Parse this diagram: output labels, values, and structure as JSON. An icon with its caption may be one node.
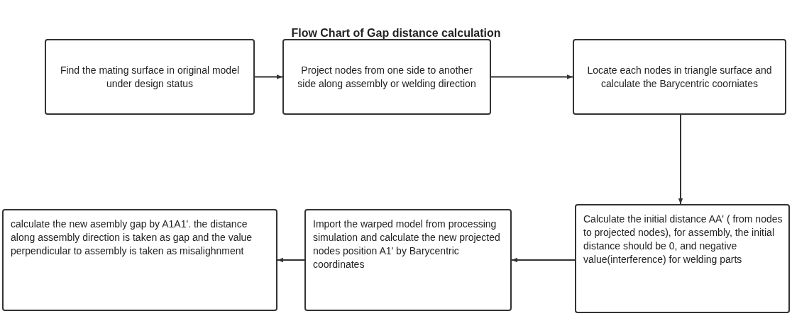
{
  "diagram": {
    "title": "Flow Chart of Gap distance calculation",
    "nodes": [
      {
        "text": [
          "Find the mating surface in original model under design status"
        ]
      },
      {
        "text": [
          "Project nodes from one side to another side along assembly or welding direction"
        ]
      },
      {
        "text": [
          "Locate each nodes in triangle surface and calculate the Barycentric coorniates"
        ]
      },
      {
        "text": [
          "Calculate the initial distance AA' ( from nodes to projected nodes), for assembly, the initial distance should be 0, and negative value(interference) for welding parts"
        ]
      },
      {
        "text": [
          "Import the warped model from processing simulation and calculate the new projected nodes position A1' by Barycentric coordinates"
        ]
      },
      {
        "text": [
          "calculate the new asembly gap by A1A1'.  the distance along assembly direction is taken as gap and the value perpendicular to assembly is taken as misalighnment"
        ]
      }
    ],
    "edges": [
      {
        "from": 0,
        "to": 1,
        "arrow": "to"
      },
      {
        "from": 1,
        "to": 2,
        "arrow": "to"
      },
      {
        "from": 2,
        "to": 3,
        "arrow": "to"
      },
      {
        "from": 3,
        "to": 4,
        "arrow": "to"
      },
      {
        "from": 4,
        "to": 5,
        "arrow": "to"
      }
    ]
  }
}
